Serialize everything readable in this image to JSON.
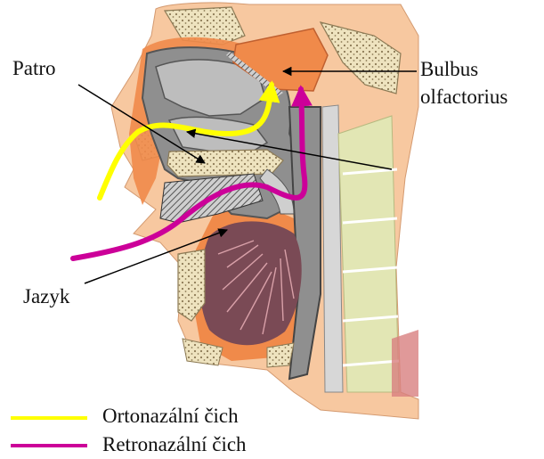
{
  "labels": {
    "patro": "Patro",
    "bulbus_line1": "Bulbus",
    "bulbus_line2": "olfactorius",
    "jazyk": "Jazyk"
  },
  "legend": [
    {
      "label": "Ortonazální čich",
      "color": "#ffff00"
    },
    {
      "label": "Retronazální čich",
      "color": "#cc0099"
    }
  ],
  "colors": {
    "skin": "#f7c8a0",
    "flesh": "#f08a4a",
    "bone": "#eee3bf",
    "bone_dots": "#8c7a55",
    "cavity": "#8f8f8f",
    "cavity_light": "#bdbdbd",
    "spine": "#e2e6b4",
    "tongue": "#7a4a55",
    "bulb": "#f08a4a",
    "arrow": "#000000"
  }
}
